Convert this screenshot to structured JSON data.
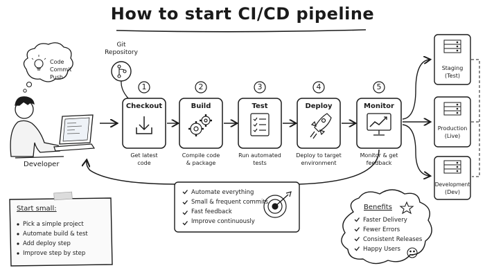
{
  "title": "How to start CI/CD pipeline",
  "developer": {
    "label": "Developer",
    "thought": [
      "Code",
      "Commit",
      "Push"
    ]
  },
  "repository": {
    "label_line1": "Git",
    "label_line2": "Repository"
  },
  "stages": [
    {
      "number": "1",
      "title": "Checkout",
      "caption_line1": "Get latest",
      "caption_line2": "code",
      "icon": "download-icon"
    },
    {
      "number": "2",
      "title": "Build",
      "caption_line1": "Compile code",
      "caption_line2": "& package",
      "icon": "gears-icon"
    },
    {
      "number": "3",
      "title": "Test",
      "caption_line1": "Run automated",
      "caption_line2": "tests",
      "icon": "checklist-icon"
    },
    {
      "number": "4",
      "title": "Deploy",
      "caption_line1": "Deploy to target",
      "caption_line2": "environment",
      "icon": "rocket-icon"
    },
    {
      "number": "5",
      "title": "Monitor",
      "caption_line1": "Monitor & get",
      "caption_line2": "feedback",
      "icon": "monitor-chart-icon"
    }
  ],
  "environments": [
    {
      "name": "Staging",
      "sub": "(Test)"
    },
    {
      "name": "Production",
      "sub": "(Live)"
    },
    {
      "name": "Development",
      "sub": "(Dev)"
    }
  ],
  "principles": [
    "Automate everything",
    "Small & frequent commits",
    "Fast feedback",
    "Improve continuously"
  ],
  "start_small": {
    "title": "Start small:",
    "items": [
      "Pick a simple project",
      "Automate build & test",
      "Add deploy step",
      "Improve step by step"
    ]
  },
  "benefits": {
    "title": "Benefits",
    "items": [
      "Faster Delivery",
      "Fewer Errors",
      "Consistent Releases",
      "Happy Users"
    ]
  }
}
